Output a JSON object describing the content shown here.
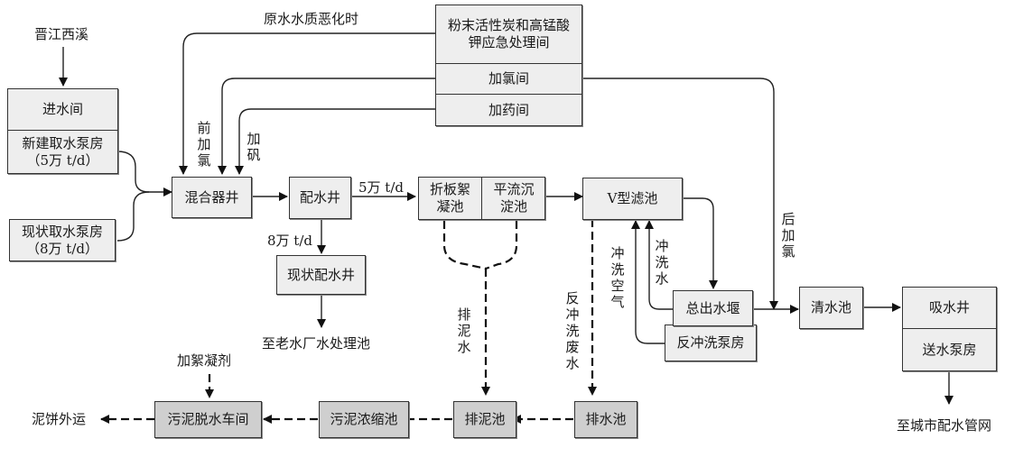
{
  "diagram": {
    "type": "water-treatment-process-flow",
    "nodes": {
      "source": "晋江西溪",
      "intake": "进水间",
      "new_pump": "新建取水泵房",
      "new_pump_cap": "（5万 t/d）",
      "old_pump": "现状取水泵房",
      "old_pump_cap": "（8万 t/d）",
      "mixer": "混合器井",
      "dist_well": "配水井",
      "old_dist_well": "现状配水井",
      "to_old_plant": "至老水厂水处理池",
      "floc": "折板絮凝池",
      "sed": "平流沉淀池",
      "vfilter": "V型滤池",
      "weir": "总出水堰",
      "backwash_pump": "反冲洗泵房",
      "clear_well": "清水池",
      "suction_well": "吸水井",
      "lift_pump": "送水泵房",
      "to_city": "至城市配水管网",
      "emergency": "粉末活性炭和高锰酸钾应急处理间",
      "chlorine_room": "加氯间",
      "dosing_room": "加药间",
      "drain_pool": "排水池",
      "sludge_pool": "排泥池",
      "thickener": "污泥浓缩池",
      "dewatering": "污泥脱水车间",
      "cake_out": "泥饼外运",
      "add_flocculant": "加絮凝剂"
    },
    "labels": {
      "raw_bad": "原水水质恶化时",
      "pre_chlorine": "前加氯",
      "alum": "加矾",
      "flow_5": "5万 t/d",
      "flow_8": "8万 t/d",
      "sludge_water": "排泥水",
      "backwash_waste": "反冲洗废水",
      "wash_air": "冲洗空气",
      "wash_water": "冲洗水",
      "post_chlorine": "后加氯"
    }
  }
}
